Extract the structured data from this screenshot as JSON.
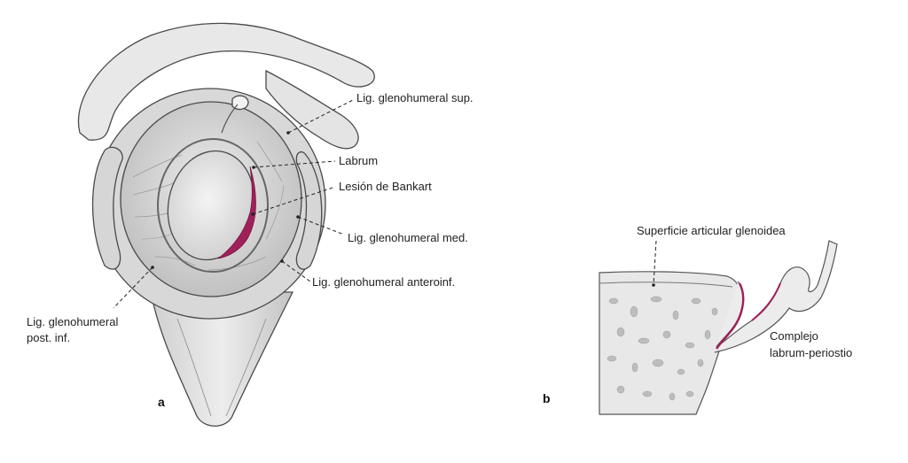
{
  "panel_a": {
    "letter": "a",
    "labels": {
      "lig_sup": "Lig. glenohumeral sup.",
      "labrum": "Labrum",
      "bankart": "Lesión de Bankart",
      "lig_med": "Lig. glenohumeral med.",
      "lig_anteroinf": "Lig. glenohumeral anteroinf.",
      "lig_post_line1": "Lig. glenohumeral",
      "lig_post_line2": "post. inf."
    }
  },
  "panel_b": {
    "letter": "b",
    "labels": {
      "superficie": "Superficie articular glenoidea",
      "complejo_line1": "Complejo",
      "complejo_line2": "labrum-periostio"
    }
  },
  "colors": {
    "lesion": "#a0205a",
    "bone_fill": "#e6e6e6",
    "outline": "#444444"
  }
}
